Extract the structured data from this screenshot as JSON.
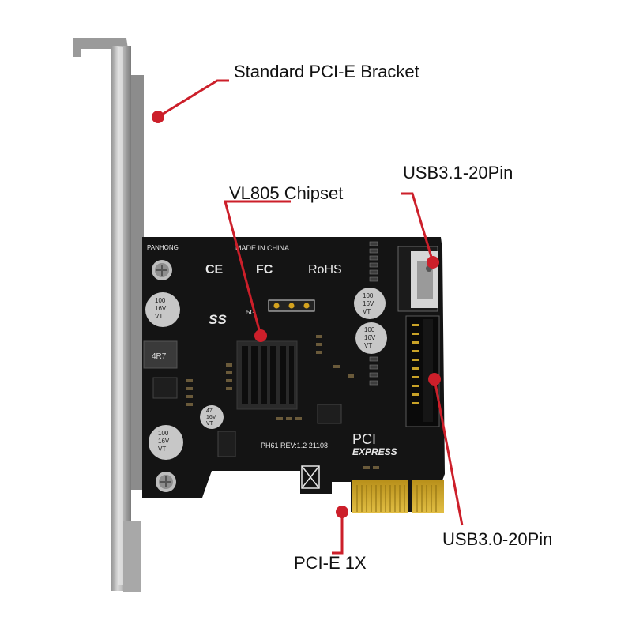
{
  "callouts": {
    "bracket": "Standard PCI-E Bracket",
    "chipset": "VL805 Chipset",
    "usb31": "USB3.1-20Pin",
    "usb30": "USB3.0-20Pin",
    "pcie": "PCI-E 1X"
  },
  "board": {
    "brand": "PANHONG",
    "made_in": "MADE IN CHINA",
    "ce": "CE",
    "fc": "FC",
    "rohs": "RoHS",
    "ss_logo": "SS",
    "ss_5g": "5G",
    "cap_text": [
      "100",
      "16V",
      "VT"
    ],
    "cap_small_text": [
      "47",
      "16V",
      "VT"
    ],
    "inductor": "4R7",
    "revision": "PH61  REV:1.2  21108",
    "pci_logo": "PCI",
    "express_logo": "EXPRESS"
  },
  "colors": {
    "accent": "#cc1f2a",
    "pcb": "#141414",
    "gold": "#c9a227",
    "bracket": "#b9b9b9"
  }
}
